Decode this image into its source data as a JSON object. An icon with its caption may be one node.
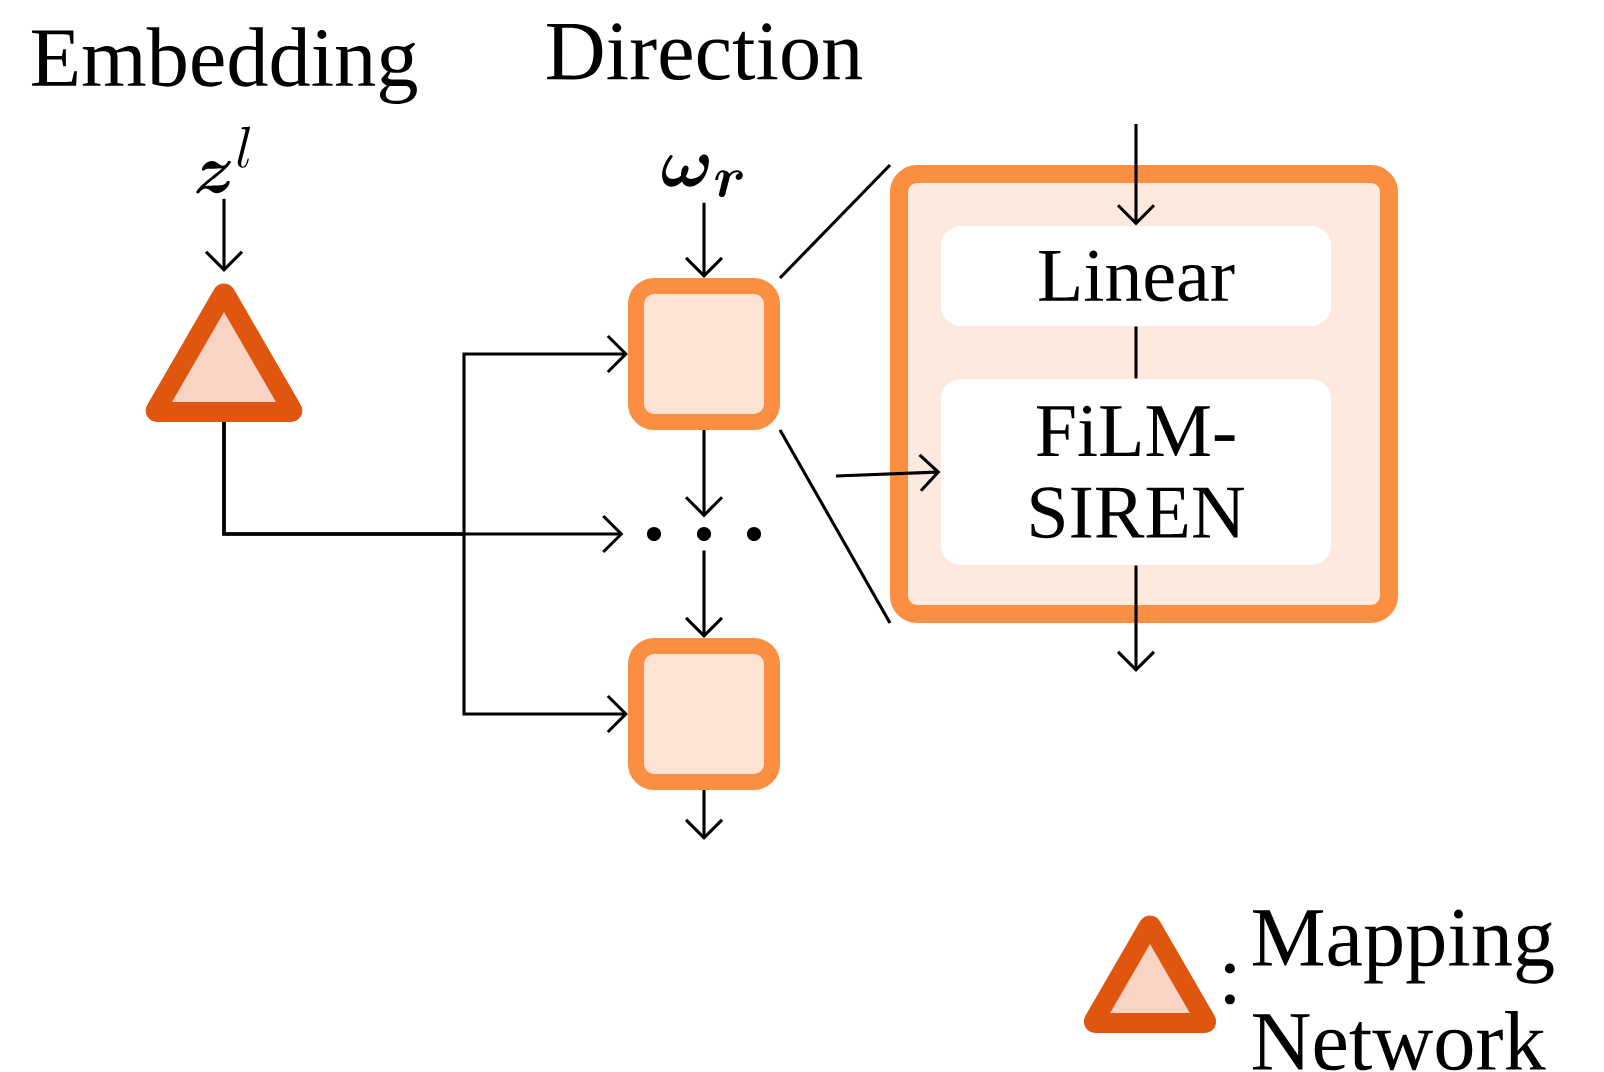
{
  "diagram": {
    "nodes": [
      {
        "text": [
          "Embedding",
          "\\boldsymbol{z}^{l}"
        ]
      },
      {
        "text": [],
        "shape": "triangle"
      },
      {
        "text": [
          "Direction",
          "\\boldsymbol{\\omega}_{\\boldsymbol{r}}"
        ]
      },
      {
        "text": [],
        "shape": "box"
      },
      {
        "text": [],
        "shape": "dots"
      },
      {
        "text": [],
        "shape": "box"
      },
      {
        "text": [],
        "shape": "box"
      },
      {
        "text": [
          "Linear"
        ],
        "in": 6
      },
      {
        "text": [
          "FiLM-SIREN"
        ],
        "in": 6
      }
    ],
    "edges": [
      {
        "from": 0,
        "to": 1,
        "arrow": "to"
      },
      {
        "from": 2,
        "to": 3,
        "arrow": "to"
      },
      {
        "from": 3,
        "to": 4,
        "arrow": "to"
      },
      {
        "from": 4,
        "to": 5,
        "arrow": "to"
      },
      {
        "from": 5,
        "to": null,
        "arrow": "to"
      },
      {
        "from": 1,
        "to": 4,
        "arrow": "to"
      },
      {
        "from": 1,
        "to": 3,
        "arrow": "to"
      },
      {
        "from": 1,
        "to": 5,
        "arrow": "to"
      },
      {
        "from": null,
        "to": 7,
        "arrow": "to"
      },
      {
        "from": 7,
        "to": 8,
        "arrow": "none"
      },
      {
        "from": null,
        "to": 8,
        "arrow": "to"
      },
      {
        "from": 8,
        "to": null,
        "arrow": "to"
      },
      {
        "from": 3,
        "to": 6,
        "arrow": "none"
      },
      {
        "from": 3,
        "to": 6,
        "arrow": "none"
      }
    ],
    "labels": [
      ":"
    ],
    "legend": [
      {
        "text": "Mapping Network"
      }
    ]
  }
}
